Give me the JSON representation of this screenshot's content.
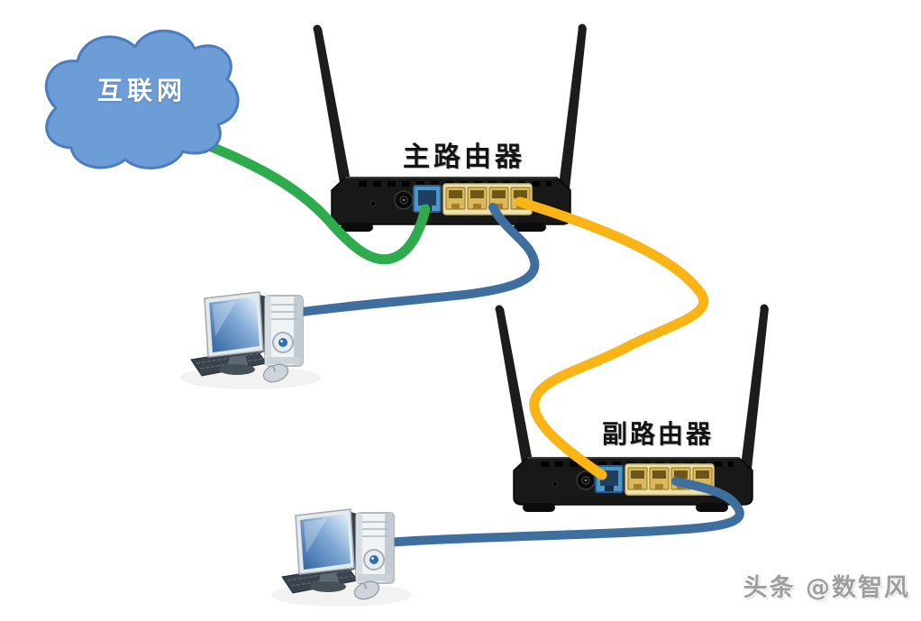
{
  "page": {
    "background": "#ffffff"
  },
  "cloud": {
    "label": "互联网",
    "fill": "#6D9DD6",
    "stroke": "#4A7CBE",
    "text_color": "#ffffff"
  },
  "routers": [
    {
      "name": "main-router",
      "label": "主路由器",
      "wan_port_color": "#5194C6",
      "lan_ports": 4
    },
    {
      "name": "secondary-router",
      "label": "副路由器",
      "wan_port_color": "#5194C6",
      "lan_ports": 4
    }
  ],
  "computers": [
    {
      "name": "pc1"
    },
    {
      "name": "pc2"
    }
  ],
  "cables": [
    {
      "name": "internet-to-main-router-wan",
      "color": "#2DAB4D",
      "from": "internet-cloud",
      "to": "main-router-wan-port"
    },
    {
      "name": "main-router-lan-to-pc1",
      "color": "#3E6F9F",
      "from": "main-router-lan-port-2",
      "to": "pc1"
    },
    {
      "name": "main-router-lan-to-secondary-router-wan",
      "color": "#FBB415",
      "from": "main-router-lan-port-4",
      "to": "secondary-router-wan-port"
    },
    {
      "name": "secondary-router-lan-to-pc2",
      "color": "#3E6F9F",
      "from": "secondary-router-lan-port-3",
      "to": "pc2"
    }
  ],
  "watermark": {
    "text": "头条 @数智风",
    "color": "#9e9e9e"
  }
}
